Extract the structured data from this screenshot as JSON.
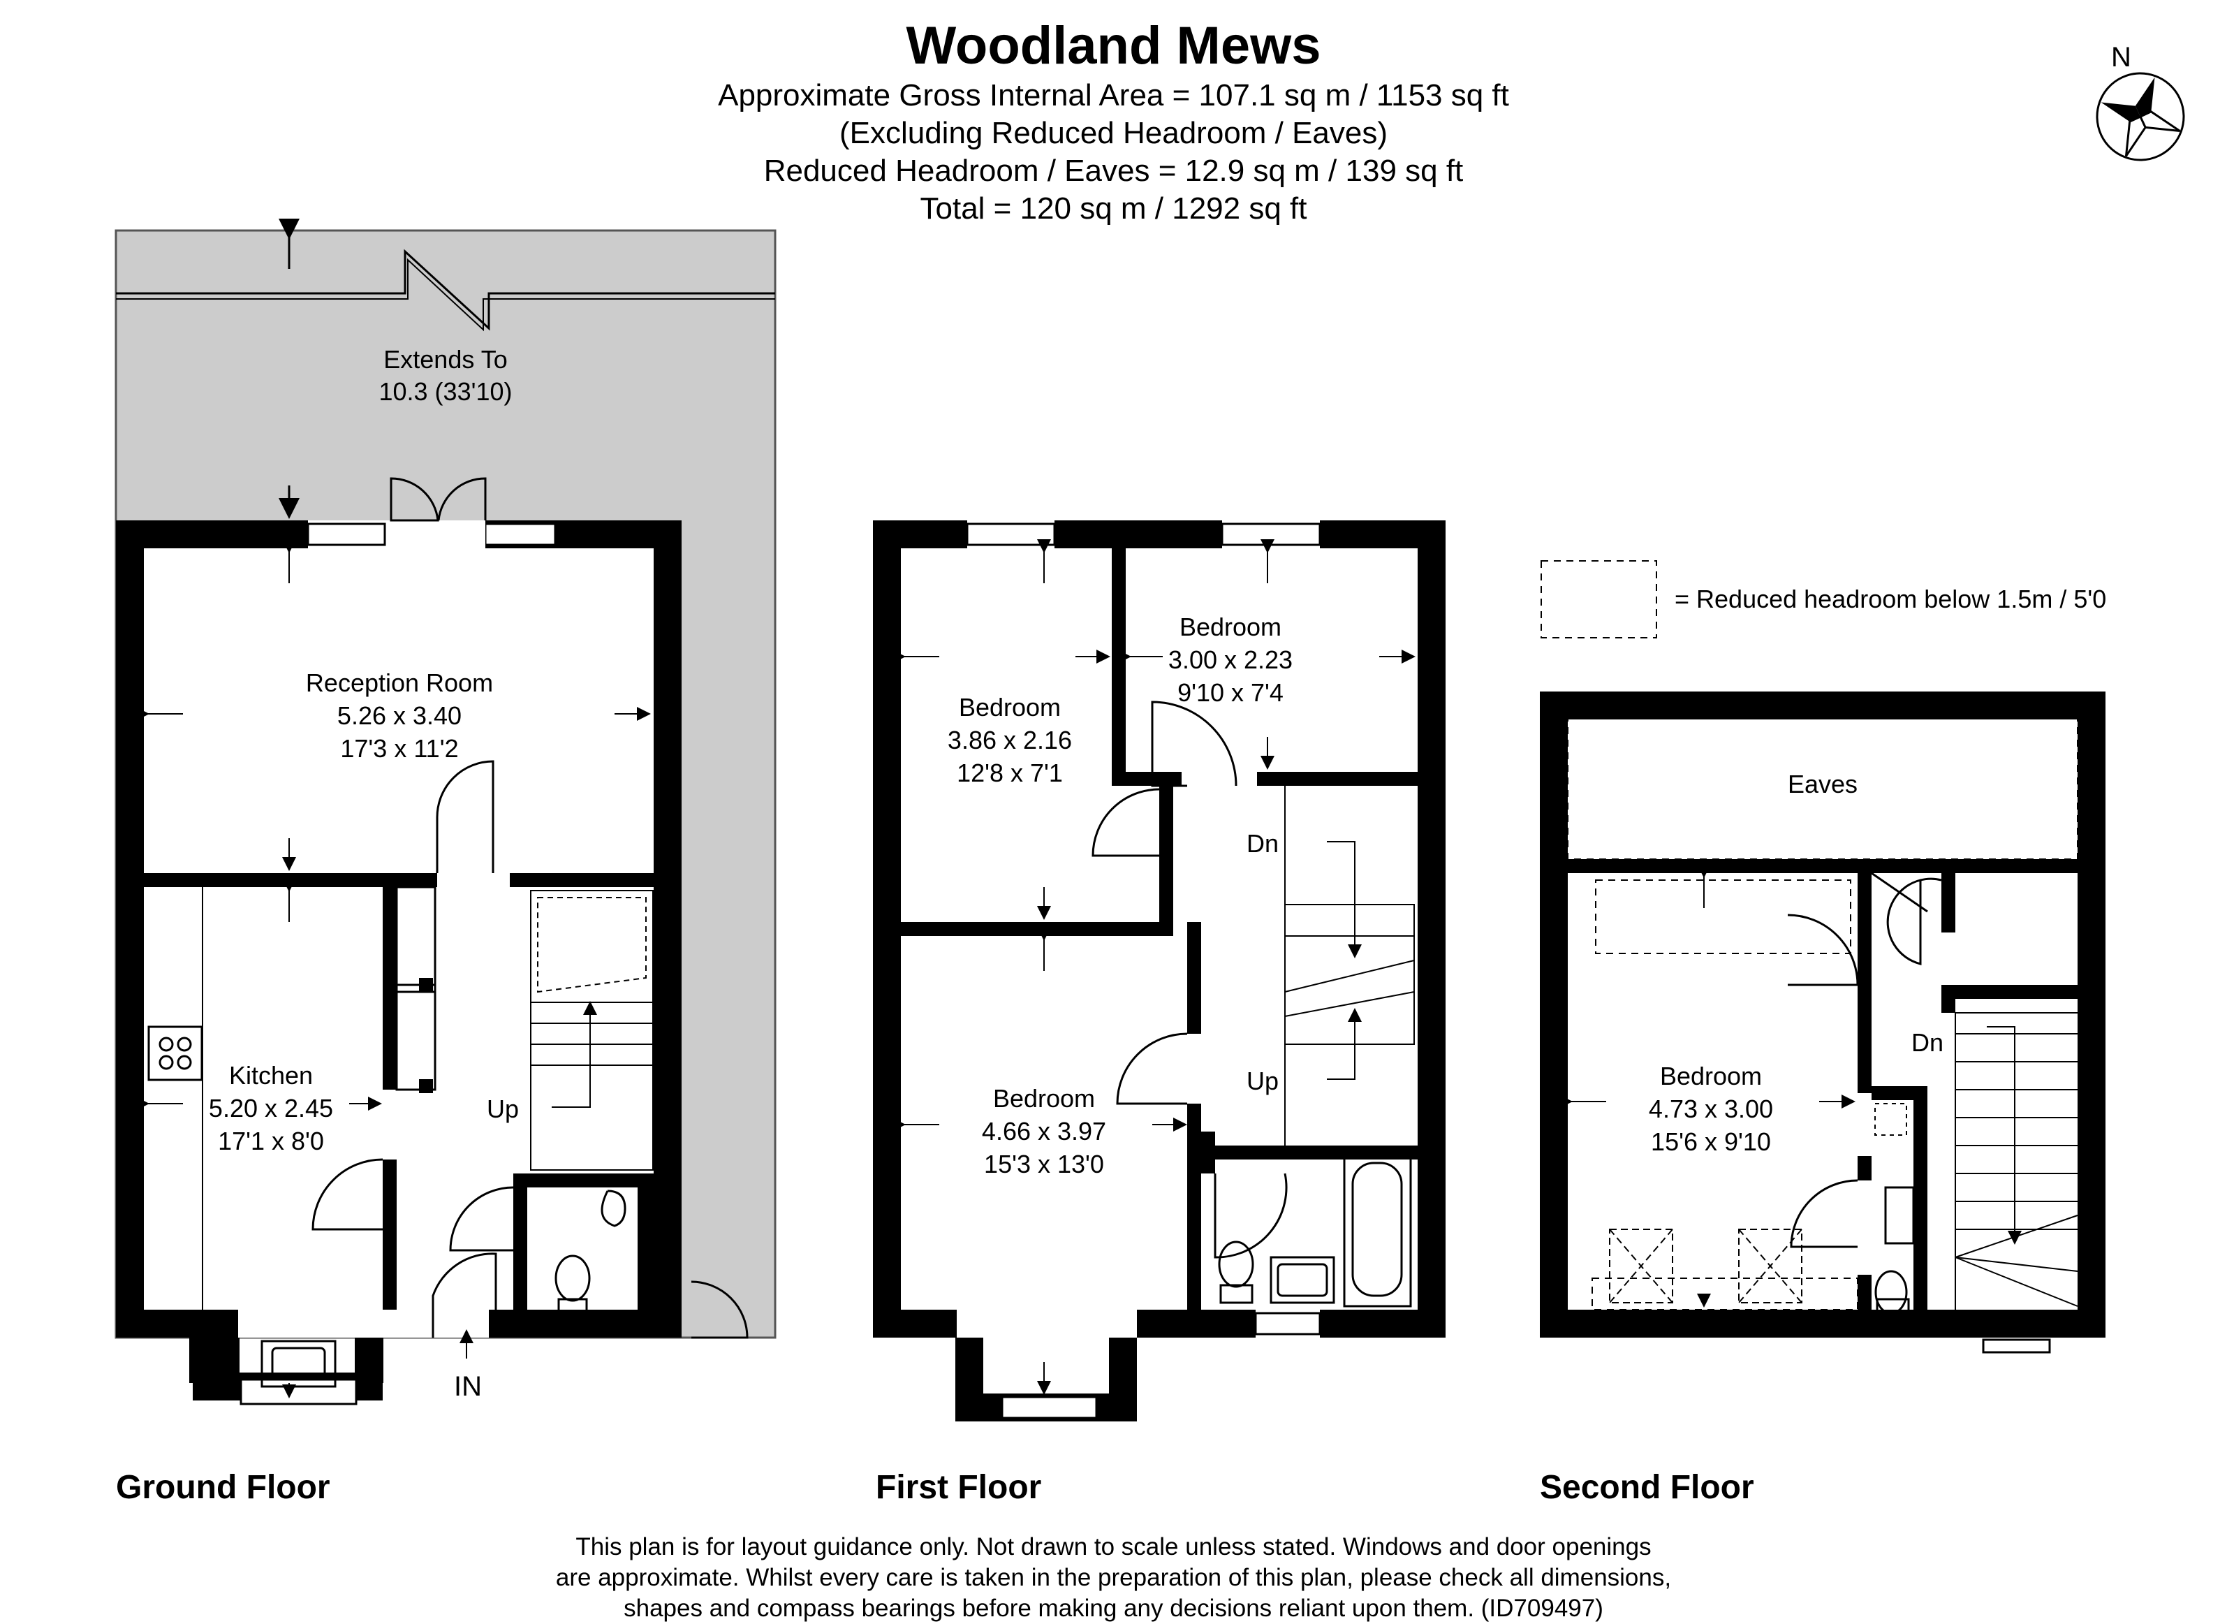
{
  "title": "Woodland Mews",
  "area_lines": [
    "Approximate Gross Internal Area = 107.1 sq m / 1153 sq ft",
    "(Excluding Reduced Headroom / Eaves)",
    "Reduced Headroom / Eaves = 12.9 sq m / 139 sq ft",
    "Total = 120 sq m / 1292 sq ft"
  ],
  "compass": {
    "label": "N",
    "icon": "compass-rose-icon"
  },
  "legend": {
    "text": "= Reduced headroom below 1.5m / 5'0"
  },
  "floors": {
    "ground": {
      "label": "Ground Floor",
      "garden": {
        "name": "Extends To",
        "size": "10.3 (33'10)"
      },
      "reception": {
        "name": "Reception Room",
        "metric": "5.26 x 3.40",
        "imperial": "17'3 x 11'2"
      },
      "kitchen": {
        "name": "Kitchen",
        "metric": "5.20 x 2.45",
        "imperial": "17'1 x 8'0"
      },
      "stairs": "Up",
      "entrance": "IN"
    },
    "first": {
      "label": "First Floor",
      "bedroom_back_left": {
        "name": "Bedroom",
        "metric": "3.86 x 2.16",
        "imperial": "12'8 x 7'1"
      },
      "bedroom_back_right": {
        "name": "Bedroom",
        "metric": "3.00 x 2.23",
        "imperial": "9'10 x 7'4"
      },
      "bedroom_front": {
        "name": "Bedroom",
        "metric": "4.66 x 3.97",
        "imperial": "15'3 x 13'0"
      },
      "stairs_down": "Dn",
      "stairs_up": "Up"
    },
    "second": {
      "label": "Second Floor",
      "eaves": "Eaves",
      "bedroom": {
        "name": "Bedroom",
        "metric": "4.73 x 3.00",
        "imperial": "15'6 x 9'10"
      },
      "stairs_down": "Dn"
    }
  },
  "disclaimer": [
    "This plan is for layout guidance only. Not drawn to scale unless stated. Windows and door openings",
    "are approximate. Whilst every care is taken in the preparation of this plan, please check all dimensions,",
    "shapes and compass bearings before making any decisions reliant upon them. (ID709497)"
  ],
  "colors": {
    "wall": "#000000",
    "garden": "#cccccc",
    "line": "#000000"
  }
}
